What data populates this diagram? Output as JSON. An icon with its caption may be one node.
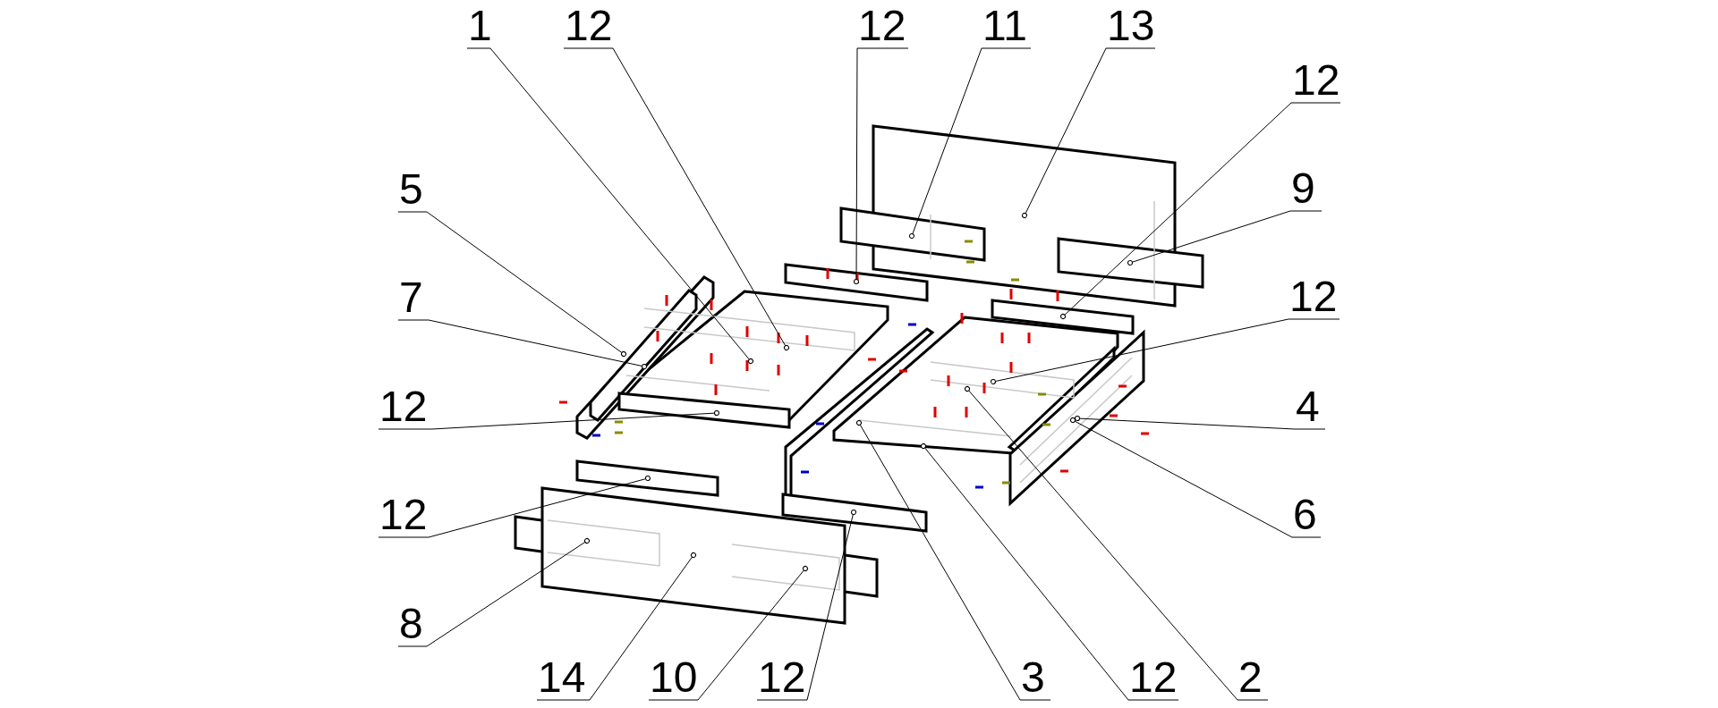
{
  "diagram": {
    "nodes": [
      {
        "text": [
          "1"
        ]
      },
      {
        "text": [
          "12"
        ]
      },
      {
        "text": [
          "12"
        ]
      },
      {
        "text": [
          "11"
        ]
      },
      {
        "text": [
          "13"
        ]
      },
      {
        "text": [
          "12"
        ]
      },
      {
        "text": [
          "5"
        ]
      },
      {
        "text": [
          "9"
        ]
      },
      {
        "text": [
          "7"
        ]
      },
      {
        "text": [
          "12"
        ]
      },
      {
        "text": [
          "12"
        ]
      },
      {
        "text": [
          "4"
        ]
      },
      {
        "text": [
          "12"
        ]
      },
      {
        "text": [
          "6"
        ]
      },
      {
        "text": [
          "8"
        ]
      },
      {
        "text": [
          "14"
        ]
      },
      {
        "text": [
          "10"
        ]
      },
      {
        "text": [
          "12"
        ]
      },
      {
        "text": [
          "3"
        ]
      },
      {
        "text": [
          "12"
        ]
      },
      {
        "text": [
          "2"
        ]
      }
    ],
    "edges": [
      {
        "from": 0,
        "to": null,
        "arrow": "other"
      },
      {
        "from": 1,
        "to": null,
        "arrow": "other"
      },
      {
        "from": 2,
        "to": null,
        "arrow": "other"
      },
      {
        "from": 3,
        "to": null,
        "arrow": "other"
      },
      {
        "from": 4,
        "to": null,
        "arrow": "other"
      },
      {
        "from": 5,
        "to": null,
        "arrow": "other"
      },
      {
        "from": 6,
        "to": null,
        "arrow": "other"
      },
      {
        "from": 7,
        "to": null,
        "arrow": "other"
      },
      {
        "from": 8,
        "to": null,
        "arrow": "other"
      },
      {
        "from": 9,
        "to": null,
        "arrow": "other"
      },
      {
        "from": 10,
        "to": null,
        "arrow": "other"
      },
      {
        "from": 11,
        "to": null,
        "arrow": "other"
      },
      {
        "from": 12,
        "to": null,
        "arrow": "other"
      },
      {
        "from": 13,
        "to": null,
        "arrow": "other"
      },
      {
        "from": 14,
        "to": null,
        "arrow": "other"
      },
      {
        "from": 15,
        "to": null,
        "arrow": "other"
      },
      {
        "from": 16,
        "to": null,
        "arrow": "other"
      },
      {
        "from": 17,
        "to": null,
        "arrow": "other"
      },
      {
        "from": 18,
        "to": null,
        "arrow": "other"
      },
      {
        "from": 19,
        "to": null,
        "arrow": "other"
      },
      {
        "from": 20,
        "to": null,
        "arrow": "other"
      }
    ]
  }
}
